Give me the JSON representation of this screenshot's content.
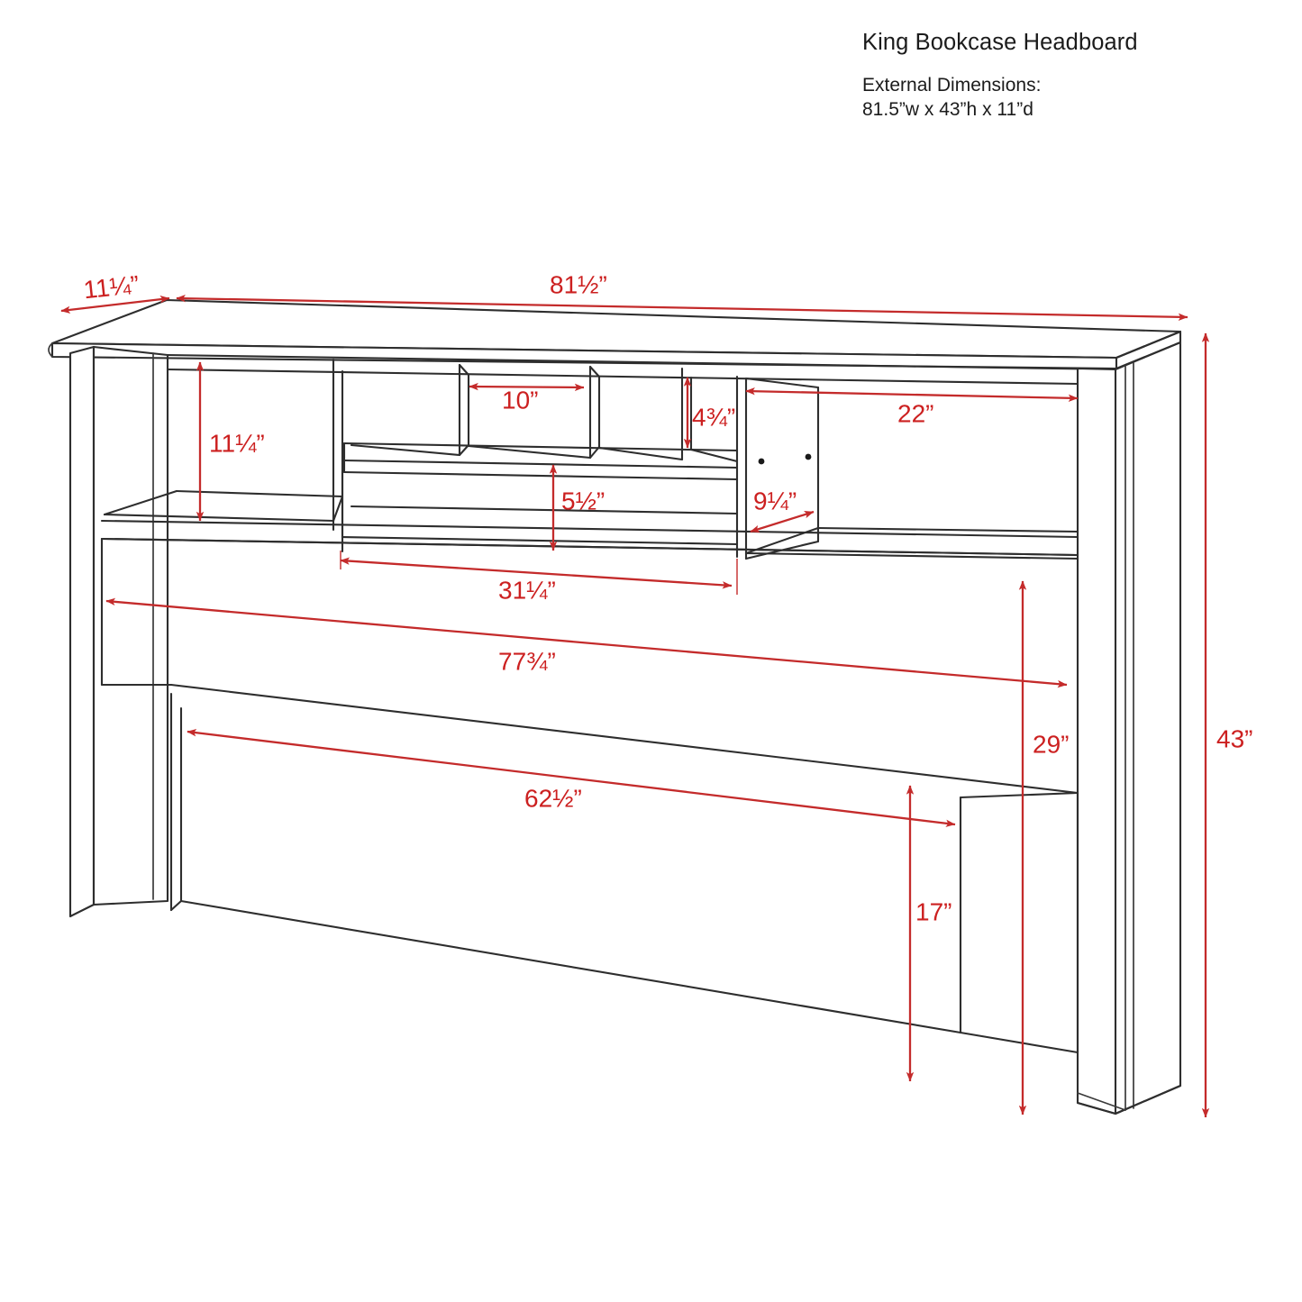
{
  "title_block": {
    "product_title": "King Bookcase Headboard",
    "dimensions_label": "External Dimensions:",
    "dimensions_value": "81.5”w x 43”h x 11”d"
  },
  "colors": {
    "dimension_red": "#cc2020",
    "line_black": "#2e2e2e",
    "background": "#ffffff"
  },
  "dimensions": {
    "depth_top": "11¼”",
    "width_top": "81½”",
    "left_bay_height": "11¼”",
    "cubby_width": "10”",
    "cubby_height": "4¾”",
    "right_bay_width": "22”",
    "lower_shelf_height": "5½”",
    "divider_depth": "9¼”",
    "mid_shelf_width": "31¼”",
    "panel_width": "77¾”",
    "lower_panel_width": "62½”",
    "post_to_shelf_height": "29”",
    "leg_height": "17”",
    "overall_height": "43”"
  },
  "drawing": {
    "type": "technical-dimension-drawing",
    "view": "isometric-perspective",
    "subject": "king bookcase headboard",
    "units": "inches",
    "features": [
      "top cap shelf",
      "left open bay",
      "three center cubbies",
      "center lower shelf",
      "right open bay",
      "adjustable shelf pin holes",
      "left leg post",
      "right leg post",
      "lower back panel"
    ]
  }
}
